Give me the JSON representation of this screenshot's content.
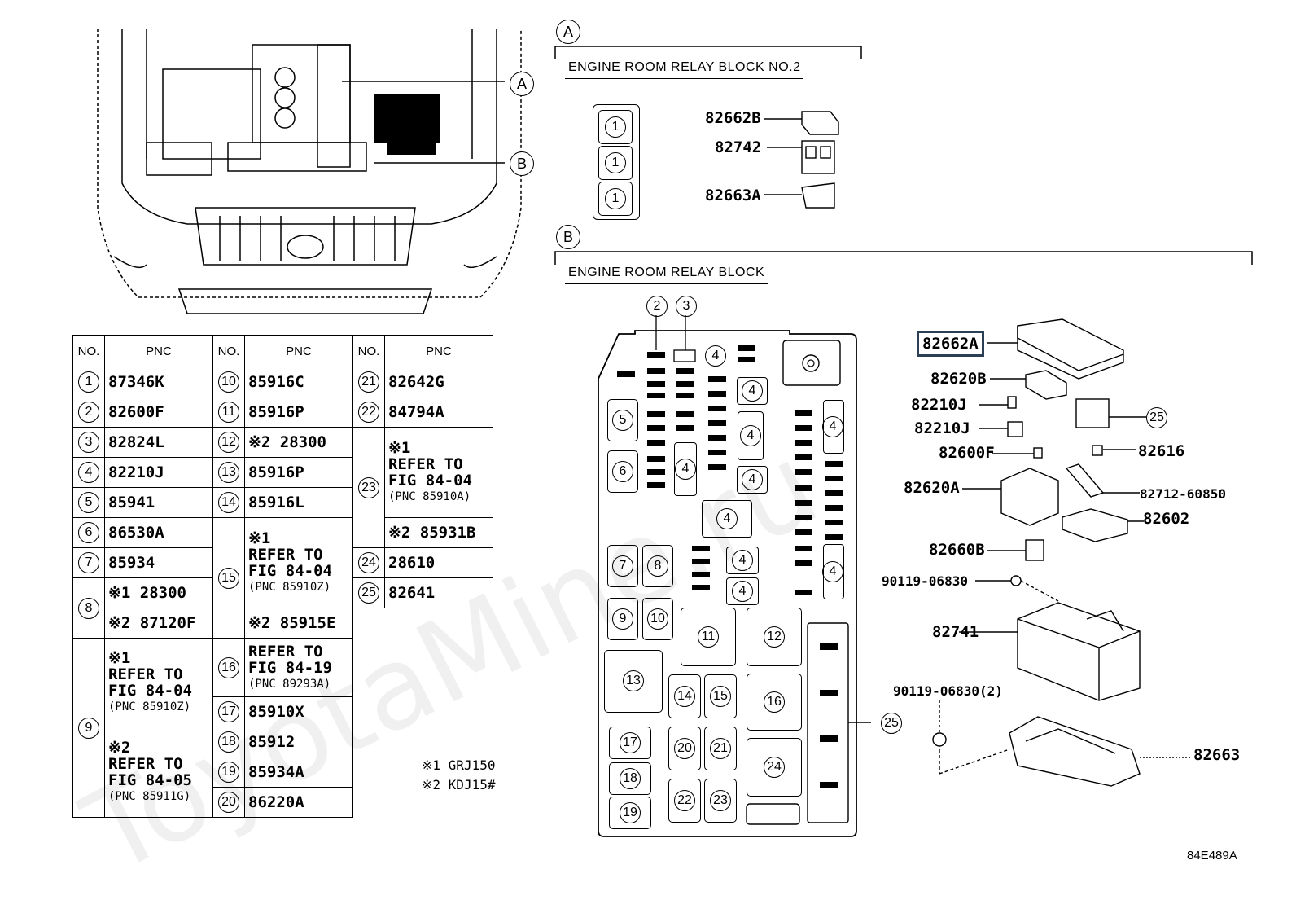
{
  "sections": [
    {
      "letter": "A",
      "title": "ENGINE ROOM RELAY BLOCK NO.2"
    },
    {
      "letter": "B",
      "title": "ENGINE ROOM RELAY BLOCK"
    }
  ],
  "table": {
    "header": {
      "no": "NO.",
      "pnc": "PNC"
    },
    "col1": [
      {
        "no": "1",
        "pnc": "87346K"
      },
      {
        "no": "2",
        "pnc": "82600F"
      },
      {
        "no": "3",
        "pnc": "82824L"
      },
      {
        "no": "4",
        "pnc": "82210J"
      },
      {
        "no": "5",
        "pnc": "85941"
      },
      {
        "no": "6",
        "pnc": "86530A"
      },
      {
        "no": "7",
        "pnc": "85934"
      },
      {
        "no": "8",
        "pnc_a": "※1 28300",
        "pnc_b": "※2 87120F"
      },
      {
        "no": "9",
        "note_a": [
          "※1",
          "REFER TO",
          "FIG 84-04",
          "(PNC 85910Z)"
        ],
        "note_b": [
          "※2",
          "REFER TO",
          "FIG 84-05",
          "(PNC 85911G)"
        ]
      }
    ],
    "col2": [
      {
        "no": "10",
        "pnc": "85916C"
      },
      {
        "no": "11",
        "pnc": "85916P"
      },
      {
        "no": "12",
        "pnc": "※2 28300"
      },
      {
        "no": "13",
        "pnc": "85916P"
      },
      {
        "no": "14",
        "pnc": "85916L"
      },
      {
        "no": "15",
        "note_a": [
          "※1",
          "REFER TO",
          "FIG 84-04",
          "(PNC 85910Z)"
        ],
        "pnc_b": "※2 85915E"
      },
      {
        "no": "16",
        "note": [
          "REFER TO",
          "FIG 84-19",
          "(PNC 89293A)"
        ]
      },
      {
        "no": "17",
        "pnc": "85910X"
      },
      {
        "no": "18",
        "pnc": "85912"
      },
      {
        "no": "19",
        "pnc": "85934A"
      },
      {
        "no": "20",
        "pnc": "86220A"
      }
    ],
    "col3": [
      {
        "no": "21",
        "pnc": "82642G"
      },
      {
        "no": "22",
        "pnc": "84794A"
      },
      {
        "no": "23",
        "note_a": [
          "※1",
          "REFER TO",
          "FIG 84-04",
          "(PNC 85910A)"
        ],
        "pnc_b": "※2 85931B"
      },
      {
        "no": "24",
        "pnc": "28610"
      },
      {
        "no": "25",
        "pnc": "82641"
      }
    ]
  },
  "legend": [
    "※1  GRJ150",
    "※2  KDJ15#"
  ],
  "relay_block_no2": {
    "slots": [
      "1",
      "1",
      "1"
    ],
    "parts": [
      "82662B",
      "82742",
      "82663A"
    ]
  },
  "relay_block": {
    "callouts_top": [
      "2",
      "3"
    ],
    "callout_side": "25",
    "cells": [
      "5",
      "6",
      "7",
      "8",
      "9",
      "10",
      "11",
      "12",
      "13",
      "14",
      "15",
      "16",
      "17",
      "18",
      "19",
      "20",
      "21",
      "22",
      "23",
      "24"
    ],
    "fours": [
      "4",
      "4",
      "4",
      "4",
      "4",
      "4",
      "4",
      "4",
      "4",
      "4"
    ]
  },
  "exploded_parts": {
    "highlight": "82662A",
    "list": [
      "82620B",
      "82210J",
      "82210J",
      "82600F",
      "82616",
      "82620A",
      "82712-60850",
      "82602",
      "82660B",
      "90119-06830",
      "82741",
      "90119-06830(2)",
      "82663"
    ],
    "callout": "25"
  },
  "engine_callouts": [
    "A",
    "B"
  ],
  "figure_code": "84E489A",
  "watermark": "ToyotaMine.ru"
}
